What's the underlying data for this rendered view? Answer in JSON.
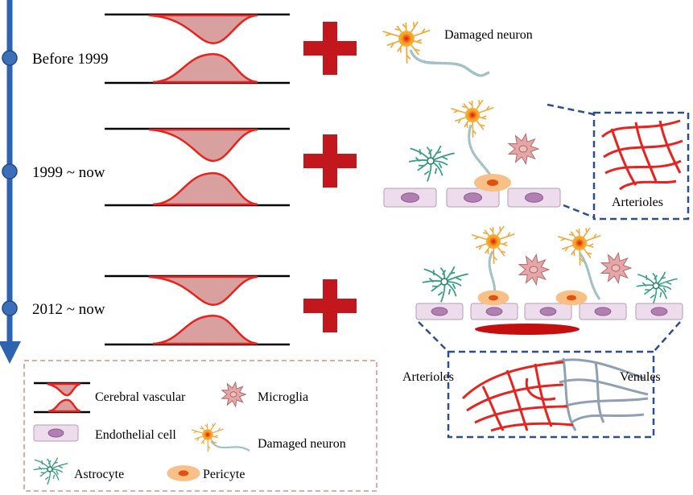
{
  "timeline": {
    "labels": [
      "Before 1999",
      "1999 ~ now",
      "2012 ~ now"
    ],
    "color": "#2e63b0"
  },
  "panels": {
    "top_neuron_label": "Damaged neuron",
    "arterioles_label": "Arterioles",
    "bottom_arterioles_label": "Arterioles",
    "venules_label": "Venules"
  },
  "legend": {
    "cerebral_vascular": "Cerebral vascular",
    "microglia": "Microglia",
    "endothelial_cell": "Endothelial cell",
    "damaged_neuron": "Damaged neuron",
    "astrocyte": "Astrocyte",
    "pericyte": "Pericyte"
  },
  "colors": {
    "vessel_red": "#e8231f",
    "vessel_fill": "#d9a0a0",
    "plus": "#c1171d",
    "dashed_box": "#2d4f8e",
    "legend_border": "#d98f8f",
    "venule": "#8fa0b3"
  }
}
